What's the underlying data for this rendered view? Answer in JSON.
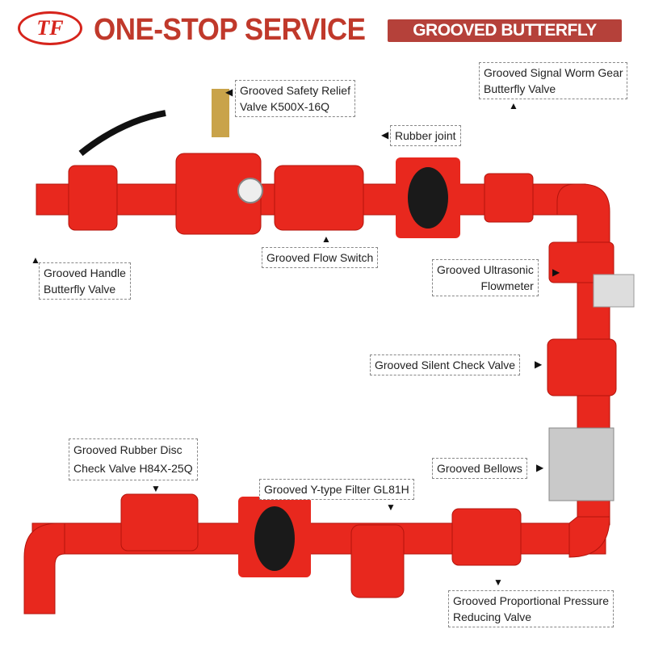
{
  "header": {
    "logo": "TF",
    "title": "ONE-STOP SERVICE",
    "subtitle": "GROOVED BUTTERFLY VALVE"
  },
  "labels": {
    "safety_relief": [
      "Grooved Safety Relief",
      "Valve K500X-16Q"
    ],
    "signal_worm": [
      "Grooved Signal Worm Gear",
      "Butterfly Valve"
    ],
    "rubber_joint": "Rubber joint",
    "handle_valve": [
      "Grooved Handle",
      "Butterfly Valve"
    ],
    "flow_switch": "Grooved Flow Switch",
    "ultrasonic": [
      "Grooved Ultrasonic",
      "Flowmeter"
    ],
    "silent_check": "Grooved Silent Check Valve",
    "rubber_disc": [
      "Grooved Rubber Disc",
      "Check Valve H84X-25Q"
    ],
    "y_filter": "Grooved Y-type Filter GL81H",
    "bellows": "Grooved Bellows",
    "pressure_reducing": [
      "Grooved Proportional Pressure",
      "Reducing Valve"
    ]
  },
  "colors": {
    "pipe": "#e8281e",
    "brand": "#c0392b"
  }
}
